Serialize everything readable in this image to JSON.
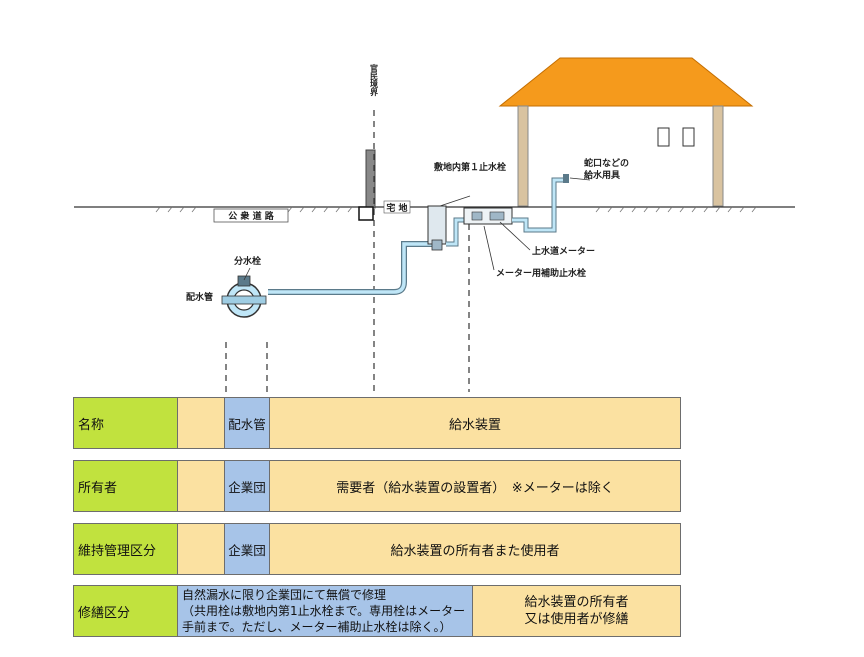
{
  "diagram": {
    "boundary_label": "官民境界",
    "road_label": "公 衆 道 路",
    "site_label": "宅 地",
    "stop_valve_label": "敷地内第１止水栓",
    "fixture_label_line1": "蛇口などの",
    "fixture_label_line2": "給水用具",
    "meter_label": "上水道メーター",
    "aux_valve_label": "メーター用補助止水栓",
    "branch_valve_label": "分水栓",
    "main_pipe_label": "配水管"
  },
  "table": {
    "rows": [
      {
        "name": "名称",
        "pipe": "配水管",
        "main": "給水装置"
      },
      {
        "name": "所有者",
        "pipe": "企業団",
        "main": "需要者（給水装置の設置者）　※メーターは除く"
      },
      {
        "name": "維持管理区分",
        "pipe": "企業団",
        "main": "給水装置の所有者また使用者"
      }
    ],
    "repair": {
      "name": "修繕区分",
      "left_line1": "自然漏水に限り企業団にて無償で修理",
      "left_line2": "（共用栓は敷地内第1止水栓まで。専用栓はメーター",
      "left_line3": "手前まで。ただし、メーター補助止水栓は除く。）",
      "right_line1": "給水装置の所有者",
      "right_line2": "又は使用者が修繕"
    }
  },
  "colors": {
    "roof": "#f59a1c",
    "name_cell": "#c1e23e",
    "owner_cell": "#fbe1a1",
    "pipe_cell": "#a7c4e8",
    "water_pipe": "#9fd3ee"
  }
}
